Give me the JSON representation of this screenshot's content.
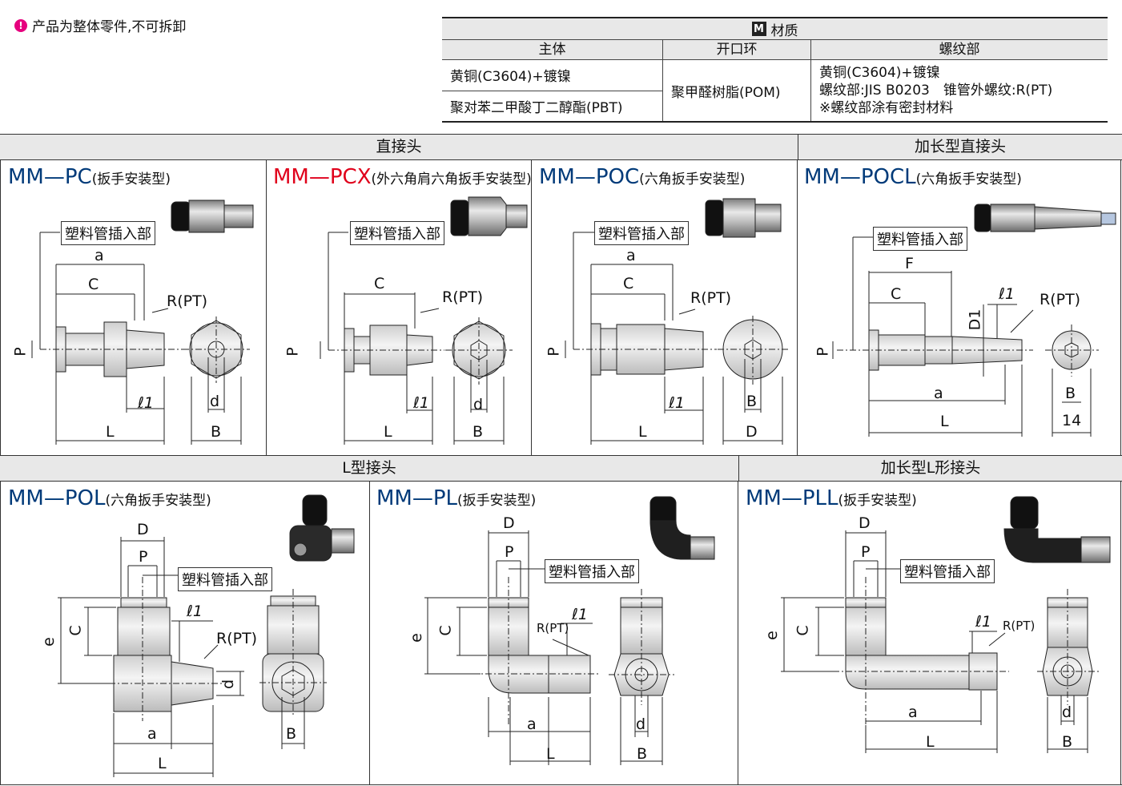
{
  "note": "产品为整体零件,不可拆卸",
  "material": {
    "badge": "M",
    "title": "材质",
    "col_body": "主体",
    "col_ring": "开口环",
    "col_thread": "螺纹部",
    "body_row1": "黄铜(C3604)+镀镍",
    "body_row2": "聚对苯二甲酸丁二醇酯(PBT)",
    "ring": "聚甲醛树脂(POM)",
    "thread_line1": "黄铜(C3604)+镀镍",
    "thread_line2": "螺纹部:JIS B0203　锥管外螺纹:R(PT)",
    "thread_line3": "※螺纹部涂有密封材料"
  },
  "sections": {
    "straight": "直接头",
    "long_straight": "加长型直接头",
    "elbow": "L型接头",
    "long_elbow": "加长型L形接头"
  },
  "products": {
    "pc": {
      "model": "MM—PC",
      "sub": "(扳手安装型)"
    },
    "pcx": {
      "model": "MM—PCX",
      "sub": "(外六角肩六角扳手安装型)"
    },
    "poc": {
      "model": "MM—POC",
      "sub": "(六角扳手安装型)"
    },
    "pocl": {
      "model": "MM—POCL",
      "sub": "(六角扳手安装型)"
    },
    "pol": {
      "model": "MM—POL",
      "sub": "(六角扳手安装型)"
    },
    "pl": {
      "model": "MM—PL",
      "sub": "(扳手安装型)"
    },
    "pll": {
      "model": "MM—PLL",
      "sub": "(扳手安装型)"
    }
  },
  "labels": {
    "tube_insert": "塑料管插入部",
    "thread": "R(PT)",
    "a": "a",
    "C": "C",
    "P": "P",
    "L": "L",
    "B": "B",
    "d": "d",
    "D": "D",
    "F": "F",
    "e": "e",
    "l1": "ℓ1",
    "D1": "D1",
    "fourteen": "14"
  },
  "colors": {
    "model_blue": "#003a79",
    "model_red": "#e0001b",
    "bar_gray": "#e8e8e8",
    "note_pink": "#e6007e"
  }
}
